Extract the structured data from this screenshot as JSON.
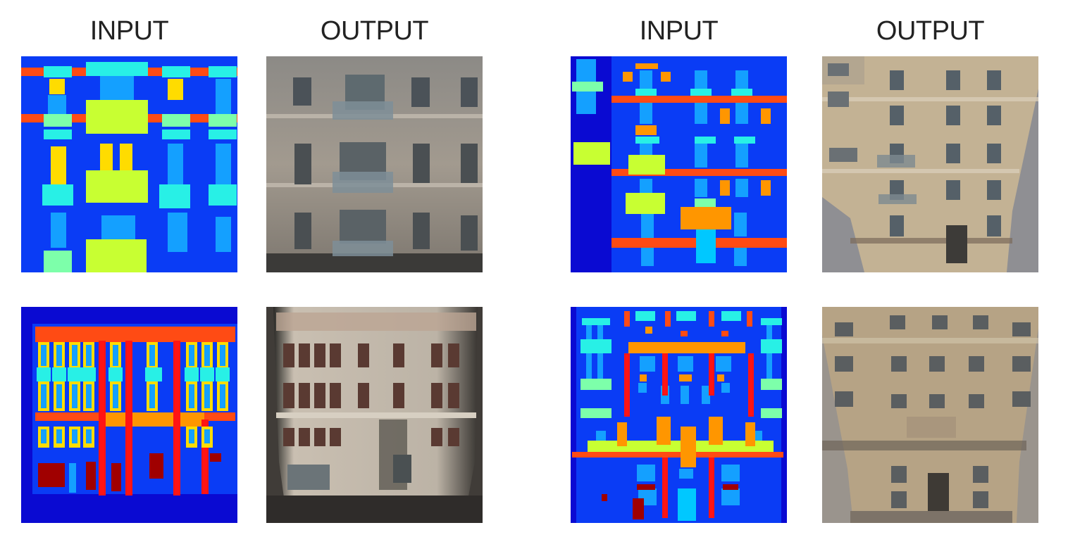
{
  "headers": {
    "left_input": "INPUT",
    "left_output": "OUTPUT",
    "right_input": "INPUT",
    "right_output": "OUTPUT"
  },
  "colors": {
    "label_background": "#0a0ad2",
    "label_wall": "#0a3cf5",
    "label_cornice": "#ff4b14",
    "label_window": "#14a0ff",
    "label_sill": "#28f0e6",
    "label_balcony": "#c8ff32",
    "label_door": "#ffdc00",
    "label_deco": "#ff9600",
    "label_pillar": "#ff1414",
    "label_shop": "#a00000",
    "facade_gray": "#9a9287",
    "facade_beige": "#b5a68a"
  },
  "panels": [
    {
      "row": 1,
      "pair": "left",
      "kind": "input"
    },
    {
      "row": 1,
      "pair": "left",
      "kind": "output"
    },
    {
      "row": 1,
      "pair": "right",
      "kind": "input"
    },
    {
      "row": 1,
      "pair": "right",
      "kind": "output"
    },
    {
      "row": 2,
      "pair": "left",
      "kind": "input"
    },
    {
      "row": 2,
      "pair": "left",
      "kind": "output"
    },
    {
      "row": 2,
      "pair": "right",
      "kind": "input"
    },
    {
      "row": 2,
      "pair": "right",
      "kind": "output"
    }
  ]
}
